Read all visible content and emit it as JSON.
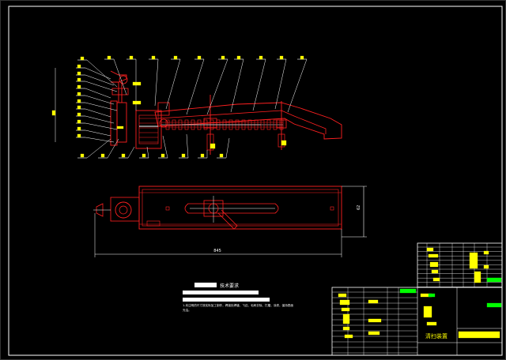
{
  "drawing": {
    "background": "#000000",
    "colors": {
      "frame": "#ffffff",
      "part_outline": "#ff2020",
      "leader": "#ffffff",
      "label": "#ffff00",
      "center_line": "#ffffff",
      "dimension": "#ffffff",
      "highlight": "#00ff00",
      "accent_white": "#ffffff"
    },
    "dimension_texts": {
      "overall_length": "845",
      "width": "62"
    },
    "notes_title": "技术要求",
    "notes_body": "1.未注明的尺寸按实际加工制作，焊接处焊缝、飞边、毛刺去除、打磨，涂漆，保持表面光洁。",
    "title_block": {
      "drawing_name": "清扫装置",
      "school": "某某职业技术学院"
    }
  }
}
